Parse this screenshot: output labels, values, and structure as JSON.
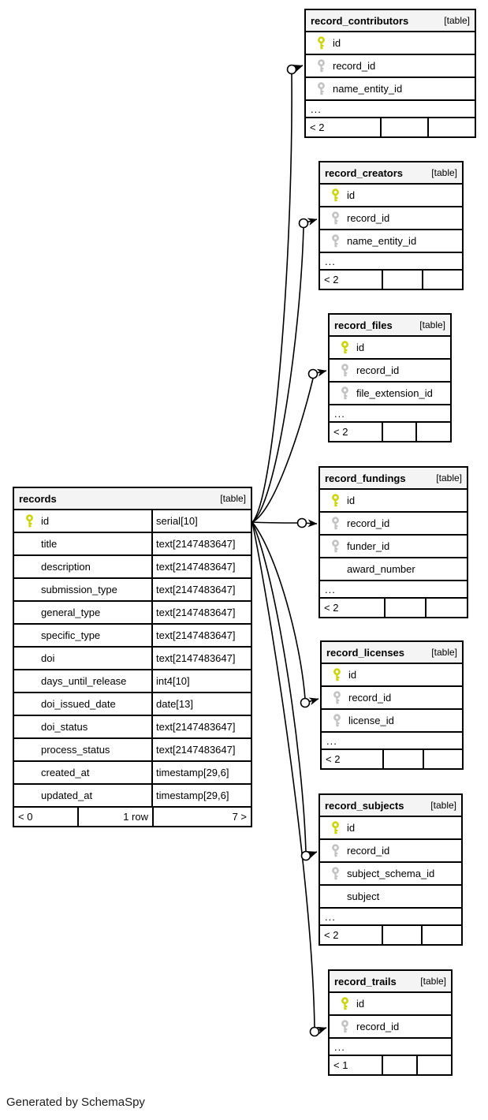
{
  "page": {
    "footer_note": "Generated by SchemaSpy"
  },
  "colors": {
    "primary_key": "#ccd400",
    "foreign_key": "#c2c2c2",
    "header_bg": "#f4f4f4",
    "border": "#000000"
  },
  "tables": {
    "records": {
      "name": "records",
      "type_label": "[table]",
      "columns": [
        {
          "icon": "primary-key",
          "name": "id",
          "type": "serial[10]"
        },
        {
          "icon": null,
          "name": "title",
          "type": "text[2147483647]"
        },
        {
          "icon": null,
          "name": "description",
          "type": "text[2147483647]"
        },
        {
          "icon": null,
          "name": "submission_type",
          "type": "text[2147483647]"
        },
        {
          "icon": null,
          "name": "general_type",
          "type": "text[2147483647]"
        },
        {
          "icon": null,
          "name": "specific_type",
          "type": "text[2147483647]"
        },
        {
          "icon": null,
          "name": "doi",
          "type": "text[2147483647]"
        },
        {
          "icon": null,
          "name": "days_until_release",
          "type": "int4[10]"
        },
        {
          "icon": null,
          "name": "doi_issued_date",
          "type": "date[13]"
        },
        {
          "icon": null,
          "name": "doi_status",
          "type": "text[2147483647]"
        },
        {
          "icon": null,
          "name": "process_status",
          "type": "text[2147483647]"
        },
        {
          "icon": null,
          "name": "created_at",
          "type": "timestamp[29,6]"
        },
        {
          "icon": null,
          "name": "updated_at",
          "type": "timestamp[29,6]"
        }
      ],
      "footer": {
        "left": "< 0",
        "center": "1 row",
        "right": "7 >"
      }
    },
    "record_contributors": {
      "name": "record_contributors",
      "type_label": "[table]",
      "columns": [
        {
          "icon": "primary-key",
          "name": "id"
        },
        {
          "icon": "foreign-key",
          "name": "record_id"
        },
        {
          "icon": "foreign-key",
          "name": "name_entity_id"
        },
        {
          "icon": null,
          "name": "..."
        }
      ],
      "footer": {
        "left": "< 2",
        "center": "",
        "right": ""
      }
    },
    "record_creators": {
      "name": "record_creators",
      "type_label": "[table]",
      "columns": [
        {
          "icon": "primary-key",
          "name": "id"
        },
        {
          "icon": "foreign-key",
          "name": "record_id"
        },
        {
          "icon": "foreign-key",
          "name": "name_entity_id"
        },
        {
          "icon": null,
          "name": "..."
        }
      ],
      "footer": {
        "left": "< 2",
        "center": "",
        "right": ""
      }
    },
    "record_files": {
      "name": "record_files",
      "type_label": "[table]",
      "columns": [
        {
          "icon": "primary-key",
          "name": "id"
        },
        {
          "icon": "foreign-key",
          "name": "record_id"
        },
        {
          "icon": "foreign-key",
          "name": "file_extension_id"
        },
        {
          "icon": null,
          "name": "..."
        }
      ],
      "footer": {
        "left": "< 2",
        "center": "",
        "right": ""
      }
    },
    "record_fundings": {
      "name": "record_fundings",
      "type_label": "[table]",
      "columns": [
        {
          "icon": "primary-key",
          "name": "id"
        },
        {
          "icon": "foreign-key",
          "name": "record_id"
        },
        {
          "icon": "foreign-key",
          "name": "funder_id"
        },
        {
          "icon": null,
          "name": "award_number"
        },
        {
          "icon": null,
          "name": "..."
        }
      ],
      "footer": {
        "left": "< 2",
        "center": "",
        "right": ""
      }
    },
    "record_licenses": {
      "name": "record_licenses",
      "type_label": "[table]",
      "columns": [
        {
          "icon": "primary-key",
          "name": "id"
        },
        {
          "icon": "foreign-key",
          "name": "record_id"
        },
        {
          "icon": "foreign-key",
          "name": "license_id"
        },
        {
          "icon": null,
          "name": "..."
        }
      ],
      "footer": {
        "left": "< 2",
        "center": "",
        "right": ""
      }
    },
    "record_subjects": {
      "name": "record_subjects",
      "type_label": "[table]",
      "columns": [
        {
          "icon": "primary-key",
          "name": "id"
        },
        {
          "icon": "foreign-key",
          "name": "record_id"
        },
        {
          "icon": "foreign-key",
          "name": "subject_schema_id"
        },
        {
          "icon": null,
          "name": "subject"
        },
        {
          "icon": null,
          "name": "..."
        }
      ],
      "footer": {
        "left": "< 2",
        "center": "",
        "right": ""
      }
    },
    "record_trails": {
      "name": "record_trails",
      "type_label": "[table]",
      "columns": [
        {
          "icon": "primary-key",
          "name": "id"
        },
        {
          "icon": "foreign-key",
          "name": "record_id"
        },
        {
          "icon": null,
          "name": "..."
        }
      ],
      "footer": {
        "left": "< 1",
        "center": "",
        "right": ""
      }
    }
  }
}
